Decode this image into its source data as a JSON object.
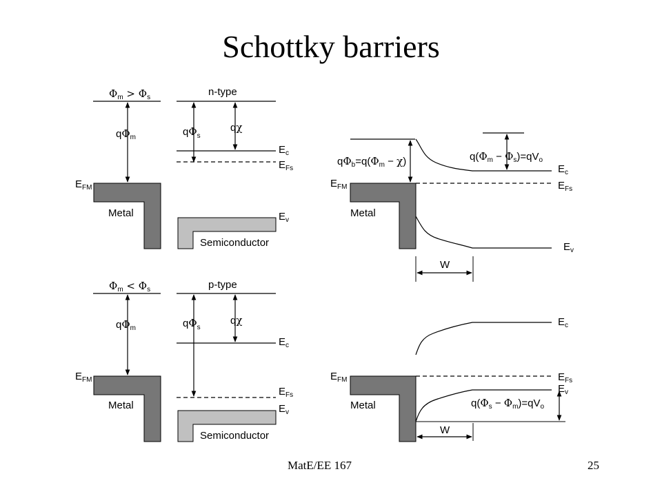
{
  "slide": {
    "title": "Schottky barriers",
    "footer_course": "MatE/EE 167",
    "footer_page": "25"
  },
  "colors": {
    "metal_fill": "#777777",
    "semiconductor_fill": "#c0c0c0",
    "line": "#000000"
  },
  "top_left": {
    "condition": {
      "phi": "Φ",
      "m": "m",
      "op": " > ",
      "s": "s"
    },
    "type_label": "n-type",
    "q_phi_m": {
      "q": "q",
      "phi": "Φ",
      "sub": "m"
    },
    "q_phi_s": {
      "q": "q",
      "phi": "Φ",
      "sub": "s"
    },
    "q_chi": {
      "q": "q",
      "chi": "χ"
    },
    "ec": {
      "main": "E",
      "sub": "c"
    },
    "efs": {
      "main": "E",
      "sub": "Fs"
    },
    "efm": {
      "main": "E",
      "sub": "FM"
    },
    "ev": {
      "main": "E",
      "sub": "v"
    },
    "metal": "Metal",
    "semiconductor": "Semiconductor"
  },
  "bottom_left": {
    "condition": {
      "phi": "Φ",
      "m": "m",
      "op": " < ",
      "s": "s"
    },
    "type_label": "p-type",
    "q_phi_m": {
      "q": "q",
      "phi": "Φ",
      "sub": "m"
    },
    "q_phi_s": {
      "q": "q",
      "phi": "Φ",
      "sub": "s"
    },
    "q_chi": {
      "q": "q",
      "chi": "χ"
    },
    "ec": {
      "main": "E",
      "sub": "c"
    },
    "efs": {
      "main": "E",
      "sub": "Fs"
    },
    "efm": {
      "main": "E",
      "sub": "FM"
    },
    "ev": {
      "main": "E",
      "sub": "v"
    },
    "metal": "Metal",
    "semiconductor": "Semiconductor"
  },
  "top_right": {
    "barrier": {
      "q": "q",
      "phi": "Φ",
      "b": "b",
      "eq": "=q(",
      "phi2": "Φ",
      "m": "m",
      "minus": " − ",
      "chi": "χ",
      "close": ")"
    },
    "built_in": {
      "pre": "q(",
      "phi": "Φ",
      "m": "m",
      "minus": " − ",
      "phi2": "Φ",
      "s": "s",
      "post": ")=qV",
      "o": "o"
    },
    "ec": {
      "main": "E",
      "sub": "c"
    },
    "efs": {
      "main": "E",
      "sub": "Fs"
    },
    "efm": {
      "main": "E",
      "sub": "FM"
    },
    "ev": {
      "main": "E",
      "sub": "v"
    },
    "metal": "Metal",
    "width": "W"
  },
  "bottom_right": {
    "built_in": {
      "pre": "q(",
      "phi": "Φ",
      "s": "s",
      "minus": " − ",
      "phi2": "Φ",
      "m": "m",
      "post": ")=qV",
      "o": "o"
    },
    "ec": {
      "main": "E",
      "sub": "c"
    },
    "efs": {
      "main": "E",
      "sub": "Fs"
    },
    "efm": {
      "main": "E",
      "sub": "FM"
    },
    "ev": {
      "main": "E",
      "sub": "v"
    },
    "metal": "Metal",
    "width": "W"
  }
}
